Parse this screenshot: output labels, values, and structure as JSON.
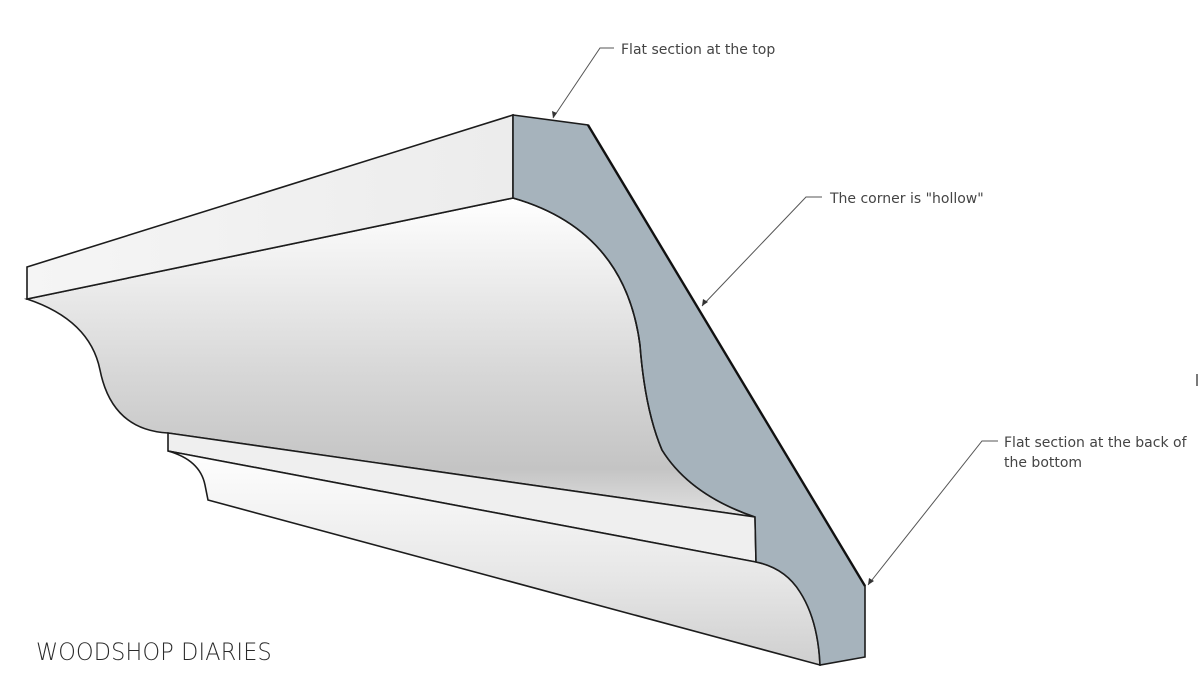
{
  "callouts": {
    "top_flat": {
      "label": "Flat section at the top"
    },
    "hollow_corner": {
      "label": "The corner is \"hollow\""
    },
    "bottom_flat": {
      "line1": "Flat section at the back of",
      "line2": "the bottom"
    }
  },
  "brand": {
    "text": "WOODSHOP DIARIES"
  },
  "colors": {
    "face_light": "#f2f2f2",
    "face_shadow": "#c9c9c9",
    "end_grain": "#a6b3bc",
    "outline": "#1c1c1c",
    "leader": "#555555",
    "label_text": "#444444"
  }
}
